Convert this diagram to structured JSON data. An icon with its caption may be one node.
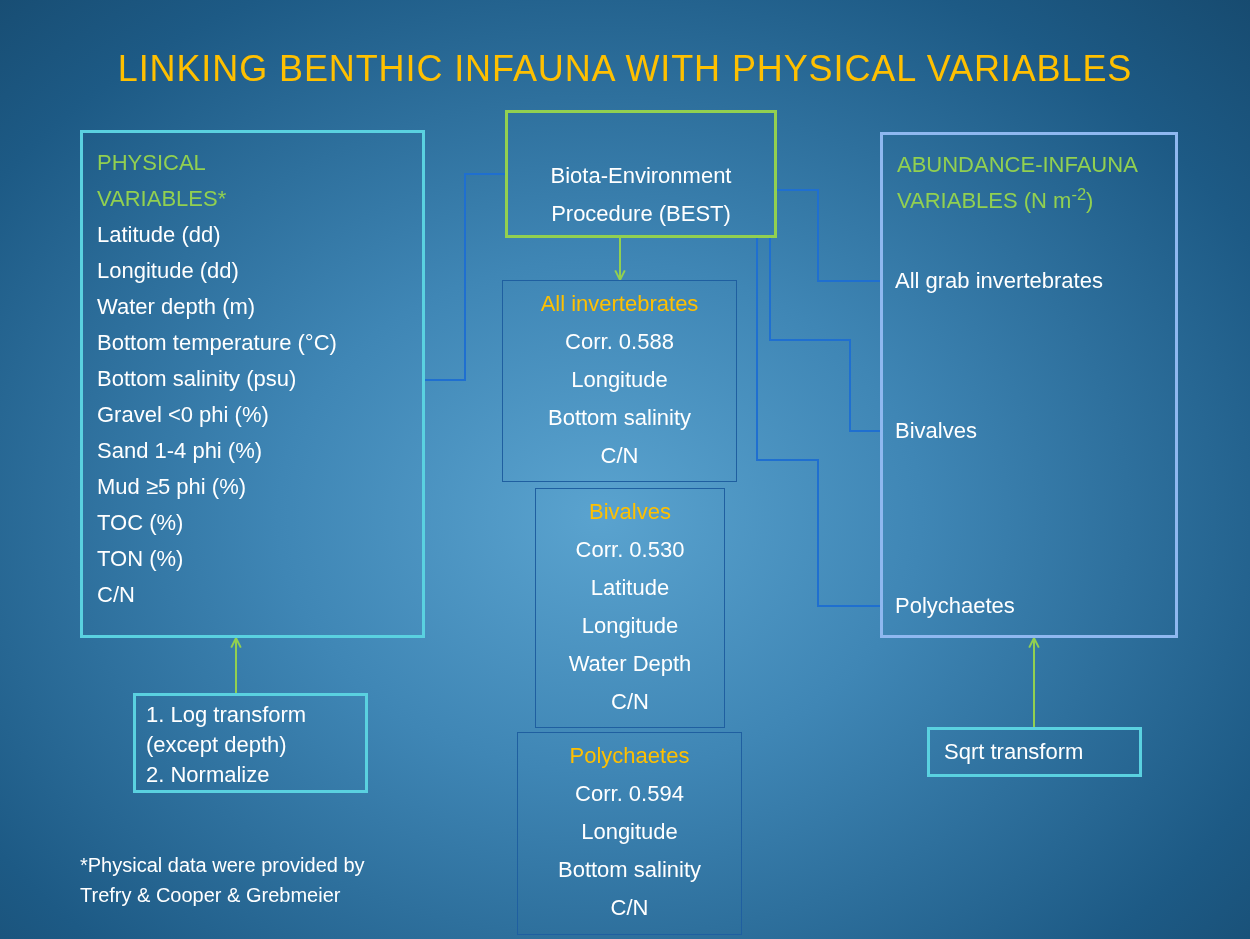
{
  "diagram": {
    "title": "LINKING BENTHIC INFAUNA WITH PHYSICAL VARIABLES",
    "nodes": [
      {
        "text": [
          "PHYSICAL VARIABLES*",
          "Latitude (dd)",
          "Longitude (dd)",
          "Water depth (m)",
          "Bottom temperature (°C)",
          "Bottom salinity (psu)",
          "Gravel <0 phi (%)",
          "Sand 1-4 phi (%)",
          "Mud ≥5 phi (%)",
          "TOC (%)",
          "TON (%)",
          "C/N"
        ]
      },
      {
        "text": [
          "Biota-Environment Procedure (BEST)"
        ]
      },
      {
        "text": [
          "ABUNDANCE-INFAUNA VARIABLES (N m$^{-2}$)"
        ]
      },
      {
        "text": [
          "All grab invertebrates"
        ],
        "in": 2
      },
      {
        "text": [
          "Bivalves"
        ],
        "in": 2
      },
      {
        "text": [
          "Polychaetes"
        ],
        "in": 2
      },
      {
        "text": [
          "All invertebrates",
          "Corr. 0.588",
          "Longitude",
          "Bottom salinity",
          "C/N"
        ]
      },
      {
        "text": [
          "Bivalves",
          "Corr. 0.530",
          "Latitude",
          "Longitude",
          "Water Depth",
          "C/N"
        ]
      },
      {
        "text": [
          "Polychaetes",
          "Corr. 0.594",
          "Longitude",
          "Bottom salinity",
          "C/N"
        ]
      },
      {
        "text": [
          "1. Log transform (except depth)",
          "2. Normalize"
        ]
      },
      {
        "text": [
          "Sqrt transform"
        ]
      }
    ],
    "edges": [
      {
        "from": 0,
        "to": 1,
        "arrow": "none"
      },
      {
        "from": 1,
        "to": 6,
        "arrow": "to",
        "color": "#92d050"
      },
      {
        "from": 1,
        "to": 3,
        "arrow": "none"
      },
      {
        "from": 1,
        "to": 4,
        "arrow": "none"
      },
      {
        "from": 1,
        "to": 5,
        "arrow": "none"
      },
      {
        "from": 9,
        "to": 0,
        "arrow": "to",
        "color": "#92d050"
      },
      {
        "from": 10,
        "to": 2,
        "arrow": "to",
        "color": "#92d050"
      }
    ],
    "labels": [
      "*Physical data were provided by Trefry & Cooper & Grebmeier"
    ]
  }
}
